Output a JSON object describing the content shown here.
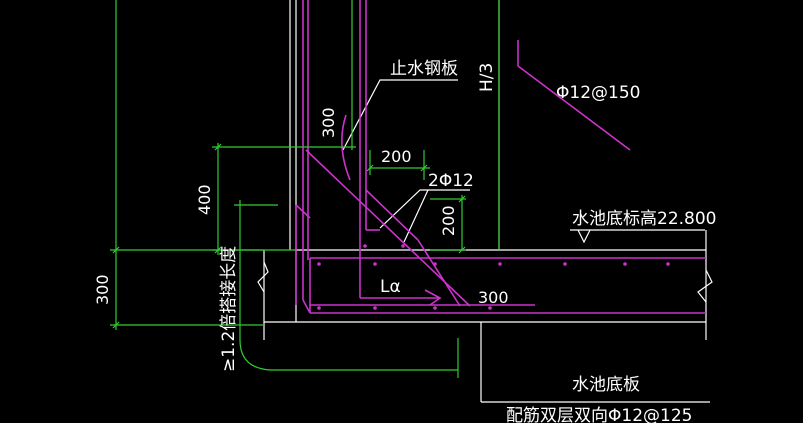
{
  "labels": {
    "water_stop_plate": "止水钢板",
    "h_third": "H/3",
    "rebar_phi12_150": "Φ12@150",
    "dim_300_top": "300",
    "dim_200_a": "200",
    "rebar_2phi12": "2Φ12",
    "dim_400": "400",
    "dim_200_b": "200",
    "pool_bottom_elev": "水池底标高22.800",
    "dim_300_left": "300",
    "lap_length": "≥1.2倍搭接长度",
    "la": "Lα",
    "dim_300_mid": "300",
    "pool_bottom_slab": "水池底板",
    "slab_rebar": "配筋双层双向Φ12@125"
  },
  "colors": {
    "background": "#000000",
    "wall_lines": "#ffffff",
    "rebar": "#cc33cc",
    "dimensions": "#33cc33",
    "text": "#ffffff"
  }
}
